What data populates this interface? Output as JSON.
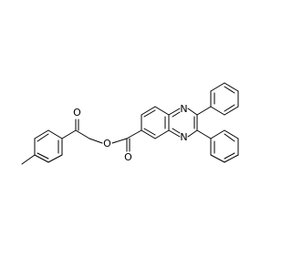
{
  "molecule": {
    "atom_labels": {
      "ketone_oxygen": "O",
      "ester_oxygen": "O",
      "carbonyl_oxygen": "O",
      "n1": "N",
      "n4": "N"
    },
    "colors": {
      "bond": "#000000",
      "label": "#000000",
      "background": "#ffffff"
    }
  }
}
